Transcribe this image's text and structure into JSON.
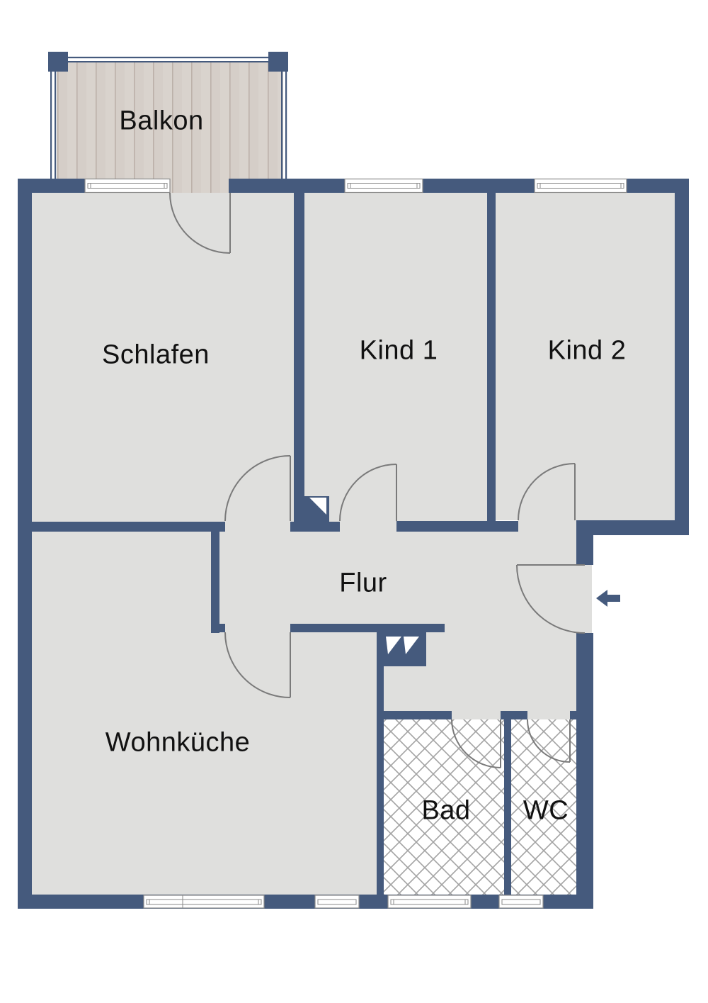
{
  "rooms": [
    {
      "id": "balkon",
      "label": "Balkon"
    },
    {
      "id": "schlafen",
      "label": "Schlafen"
    },
    {
      "id": "kind1",
      "label": "Kind 1"
    },
    {
      "id": "kind2",
      "label": "Kind 2"
    },
    {
      "id": "flur",
      "label": "Flur"
    },
    {
      "id": "wohnkueche",
      "label": "Wohnküche"
    },
    {
      "id": "bad",
      "label": "Bad"
    },
    {
      "id": "wc",
      "label": "WC"
    }
  ],
  "icons": {
    "entrance_arrow": "arrow-left",
    "vent_shaft": "vent-shaft-triangle",
    "chimney": "chimney-double-triangle"
  },
  "colors": {
    "wall": "#455A7D",
    "floor": "#DFDFDD",
    "outline_gray": "#7A7A7A",
    "hatch_line": "#A3A3A3",
    "plank_fill": "#D9D3CD",
    "plank_line": "#BCB1A9",
    "label_text": "#111111",
    "background": "#FFFFFF"
  }
}
